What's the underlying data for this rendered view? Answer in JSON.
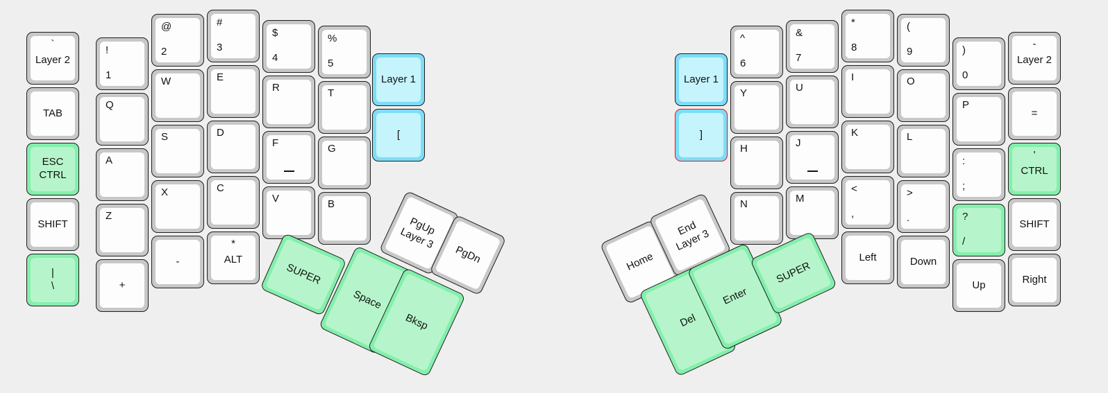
{
  "meta": {
    "title": "Split ergonomic keyboard layout",
    "background_color": "#efefef",
    "key_border_color": "#1d1d1d",
    "key_body_color": "#c8c8c8",
    "key_top_color": "#fdfdfd",
    "green_body": "#84efac",
    "green_top": "#b6f5cb",
    "blue_body": "#7fdcf5",
    "blue_top": "#c5f4fd",
    "selected_border": "#ee1111"
  },
  "left_half": {
    "name": "left-half",
    "columns": [
      {
        "name": "pinky-outer",
        "keys": [
          {
            "id": "grave-layer2",
            "top": "`",
            "main": "Layer 2",
            "style": "tc",
            "color": "white"
          },
          {
            "id": "tab",
            "main": "TAB",
            "style": "center",
            "color": "white"
          },
          {
            "id": "esc-ctrl",
            "line1": "ESC",
            "line2": "CTRL",
            "style": "stack",
            "color": "green"
          },
          {
            "id": "shift-left",
            "main": "SHIFT",
            "style": "center",
            "color": "white"
          },
          {
            "id": "pipe-backslash",
            "top": "|",
            "main": "\\",
            "style": "stack",
            "color": "green"
          }
        ]
      },
      {
        "name": "pinky",
        "keys": [
          {
            "id": "1",
            "shifted": "!",
            "base": "1",
            "style": "dual",
            "color": "white"
          },
          {
            "id": "q",
            "base": "Q",
            "style": "tl",
            "color": "white"
          },
          {
            "id": "a",
            "base": "A",
            "style": "tl",
            "color": "white"
          },
          {
            "id": "z",
            "base": "Z",
            "style": "tl",
            "color": "white"
          },
          {
            "id": "plus",
            "main": "+",
            "style": "center",
            "color": "white"
          }
        ]
      },
      {
        "name": "ring",
        "keys": [
          {
            "id": "2",
            "shifted": "@",
            "base": "2",
            "style": "dual",
            "color": "white"
          },
          {
            "id": "w",
            "base": "W",
            "style": "tl",
            "color": "white"
          },
          {
            "id": "s",
            "base": "S",
            "style": "tl",
            "color": "white"
          },
          {
            "id": "x",
            "base": "X",
            "style": "tl",
            "color": "white"
          },
          {
            "id": "minus",
            "main": "-",
            "style": "center",
            "color": "white"
          }
        ]
      },
      {
        "name": "middle",
        "keys": [
          {
            "id": "3",
            "shifted": "#",
            "base": "3",
            "style": "dual",
            "color": "white"
          },
          {
            "id": "e",
            "base": "E",
            "style": "tl",
            "color": "white"
          },
          {
            "id": "d",
            "base": "D",
            "style": "tl",
            "color": "white"
          },
          {
            "id": "c",
            "base": "C",
            "style": "tl",
            "color": "white"
          },
          {
            "id": "alt",
            "top": "*",
            "main": "ALT",
            "style": "tc",
            "color": "white"
          }
        ]
      },
      {
        "name": "index",
        "keys": [
          {
            "id": "4",
            "shifted": "$",
            "base": "4",
            "style": "dual",
            "color": "white"
          },
          {
            "id": "r",
            "base": "R",
            "style": "tl",
            "color": "white"
          },
          {
            "id": "f",
            "base": "F",
            "style": "tl",
            "color": "white",
            "homing": true
          },
          {
            "id": "v",
            "base": "V",
            "style": "tl",
            "color": "white"
          }
        ]
      },
      {
        "name": "index-inner",
        "keys": [
          {
            "id": "5",
            "shifted": "%",
            "base": "5",
            "style": "dual",
            "color": "white"
          },
          {
            "id": "t",
            "base": "T",
            "style": "tl",
            "color": "white"
          },
          {
            "id": "g",
            "base": "G",
            "style": "tl",
            "color": "white"
          },
          {
            "id": "b",
            "base": "B",
            "style": "tl",
            "color": "white"
          }
        ]
      },
      {
        "name": "inner-extra",
        "keys": [
          {
            "id": "layer1-left",
            "main": "Layer 1",
            "style": "center",
            "color": "blue"
          },
          {
            "id": "bracket-left",
            "main": "[",
            "style": "center",
            "color": "blue"
          }
        ]
      }
    ],
    "thumb_cluster": [
      {
        "id": "super-left",
        "main": "SUPER",
        "color": "green"
      },
      {
        "id": "pgup-layer3",
        "line1": "PgUp",
        "line2": "Layer 3",
        "color": "white"
      },
      {
        "id": "pgdn",
        "main": "PgDn",
        "color": "white"
      },
      {
        "id": "space",
        "main": "Space",
        "color": "green"
      },
      {
        "id": "bksp",
        "main": "Bksp",
        "color": "green"
      }
    ]
  },
  "right_half": {
    "name": "right-half",
    "columns": [
      {
        "name": "inner-extra",
        "keys": [
          {
            "id": "layer1-right",
            "main": "Layer 1",
            "style": "center",
            "color": "blue"
          },
          {
            "id": "bracket-right",
            "main": "]",
            "style": "center",
            "color": "blue",
            "selected": true
          }
        ]
      },
      {
        "name": "index-inner",
        "keys": [
          {
            "id": "6",
            "shifted": "^",
            "base": "6",
            "style": "dual",
            "color": "white"
          },
          {
            "id": "y",
            "base": "Y",
            "style": "tl",
            "color": "white"
          },
          {
            "id": "h",
            "base": "H",
            "style": "tl",
            "color": "white"
          },
          {
            "id": "n",
            "base": "N",
            "style": "tl",
            "color": "white"
          }
        ]
      },
      {
        "name": "index",
        "keys": [
          {
            "id": "7",
            "shifted": "&",
            "base": "7",
            "style": "dual",
            "color": "white"
          },
          {
            "id": "u",
            "base": "U",
            "style": "tl",
            "color": "white"
          },
          {
            "id": "j",
            "base": "J",
            "style": "tl",
            "color": "white",
            "homing": true
          },
          {
            "id": "m",
            "base": "M",
            "style": "tl",
            "color": "white"
          }
        ]
      },
      {
        "name": "middle",
        "keys": [
          {
            "id": "8",
            "shifted": "*",
            "base": "8",
            "style": "dual",
            "color": "white"
          },
          {
            "id": "i",
            "base": "I",
            "style": "tl",
            "color": "white"
          },
          {
            "id": "k",
            "base": "K",
            "style": "tl",
            "color": "white"
          },
          {
            "id": "comma",
            "shifted": "<",
            "base": ",",
            "style": "dual",
            "color": "white"
          },
          {
            "id": "left-arrow",
            "main": "Left",
            "style": "center",
            "color": "white"
          }
        ]
      },
      {
        "name": "ring",
        "keys": [
          {
            "id": "9",
            "shifted": "(",
            "base": "9",
            "style": "dual",
            "color": "white"
          },
          {
            "id": "o",
            "base": "O",
            "style": "tl",
            "color": "white"
          },
          {
            "id": "l",
            "base": "L",
            "style": "tl",
            "color": "white"
          },
          {
            "id": "period",
            "shifted": ">",
            "base": ".",
            "style": "dual",
            "color": "white"
          },
          {
            "id": "down-arrow",
            "main": "Down",
            "style": "center",
            "color": "white"
          }
        ]
      },
      {
        "name": "pinky",
        "keys": [
          {
            "id": "0",
            "shifted": ")",
            "base": "0",
            "style": "dual",
            "color": "white"
          },
          {
            "id": "p",
            "base": "P",
            "style": "tl",
            "color": "white"
          },
          {
            "id": "semicolon",
            "shifted": ":",
            "base": ";",
            "style": "dual",
            "color": "white"
          },
          {
            "id": "slash",
            "shifted": "?",
            "base": "/",
            "style": "dual",
            "color": "green"
          },
          {
            "id": "up-arrow",
            "main": "Up",
            "style": "center",
            "color": "white"
          }
        ]
      },
      {
        "name": "pinky-outer",
        "keys": [
          {
            "id": "minus-layer2",
            "top": "-",
            "main": "Layer 2",
            "style": "tc",
            "color": "white"
          },
          {
            "id": "equal",
            "main": "=",
            "style": "center",
            "color": "white"
          },
          {
            "id": "quote-ctrl",
            "top": "'",
            "main": "CTRL",
            "style": "tc",
            "color": "green"
          },
          {
            "id": "shift-right",
            "main": "SHIFT",
            "style": "center",
            "color": "white"
          },
          {
            "id": "right-arrow",
            "main": "Right",
            "style": "center",
            "color": "white"
          }
        ]
      }
    ],
    "thumb_cluster": [
      {
        "id": "home",
        "main": "Home",
        "color": "white"
      },
      {
        "id": "end-layer3",
        "line1": "End",
        "line2": "Layer 3",
        "color": "white"
      },
      {
        "id": "del",
        "main": "Del",
        "color": "green"
      },
      {
        "id": "enter",
        "main": "Enter",
        "color": "green"
      },
      {
        "id": "super-right",
        "main": "SUPER",
        "color": "green"
      }
    ]
  }
}
